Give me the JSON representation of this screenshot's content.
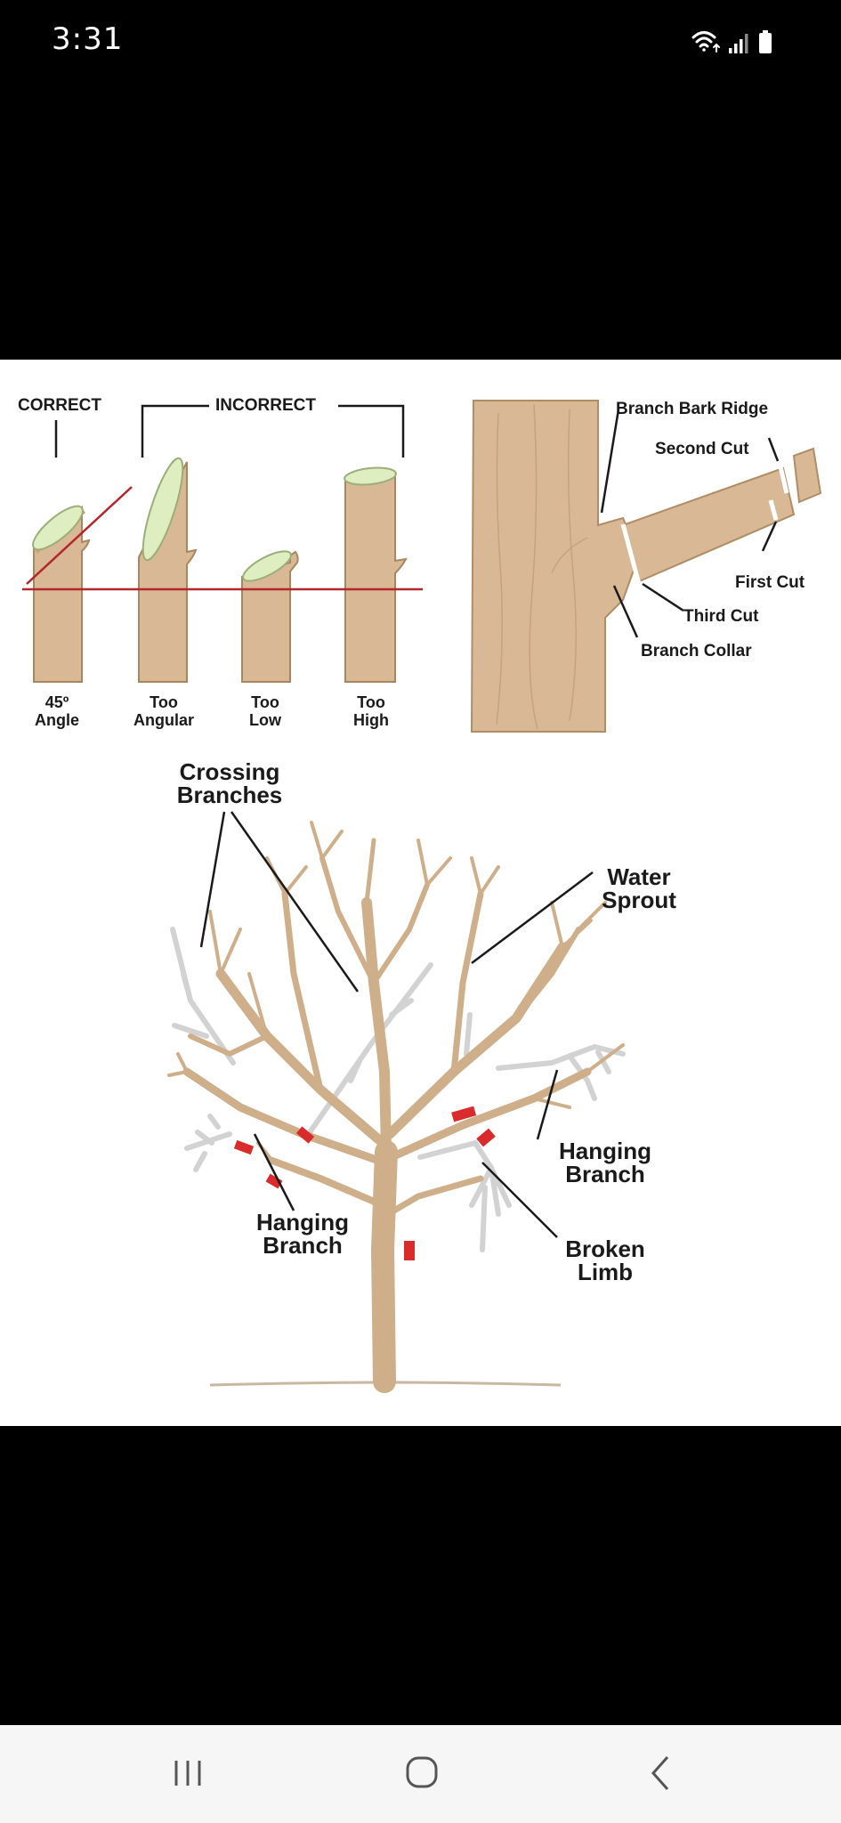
{
  "status_bar": {
    "time": "3:31",
    "icons": [
      "wifi-icon",
      "signal-icon",
      "battery-icon"
    ]
  },
  "diagram": {
    "cut_types": {
      "correct_label": "CORRECT",
      "incorrect_label": "INCORRECT",
      "cuts": [
        {
          "line1": "45º",
          "line2": "Angle"
        },
        {
          "line1": "Too",
          "line2": "Angular"
        },
        {
          "line1": "Too",
          "line2": "Low"
        },
        {
          "line1": "Too",
          "line2": "High"
        }
      ]
    },
    "three_cut": {
      "branch_bark_ridge": "Branch Bark Ridge",
      "second_cut": "Second Cut",
      "first_cut": "First Cut",
      "third_cut": "Third Cut",
      "branch_collar": "Branch Collar"
    },
    "tree": {
      "crossing_1": "Crossing",
      "crossing_2": "Branches",
      "water_1": "Water",
      "water_2": "Sprout",
      "hanging_right_1": "Hanging",
      "hanging_right_2": "Branch",
      "hanging_left_1": "Hanging",
      "hanging_left_2": "Branch",
      "broken_1": "Broken",
      "broken_2": "Limb"
    }
  },
  "colors": {
    "wood": "#d9b896",
    "wood_dark": "#b89470",
    "cut_face": "#dfeec0",
    "guide_line": "#b3262a",
    "cut_mark": "#d92b2b",
    "dead_branch": "#d2d2d2"
  },
  "nav_bar": {
    "buttons": [
      "recent-apps-icon",
      "home-icon",
      "back-icon"
    ]
  }
}
